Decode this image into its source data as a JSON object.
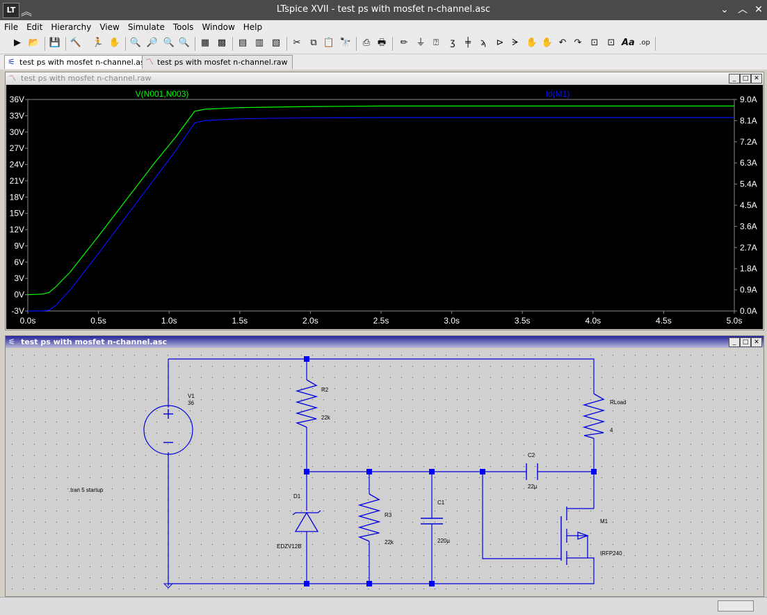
{
  "window": {
    "title": "LTspice XVII - test ps with mosfet n-channel.asc",
    "logo_text": "LT",
    "minimize": "⌄",
    "close": "✕"
  },
  "menu": [
    "File",
    "Edit",
    "Hierarchy",
    "View",
    "Simulate",
    "Tools",
    "Window",
    "Help"
  ],
  "tabs": [
    {
      "label": "test ps with mosfet n-channel.asc",
      "active": true
    },
    {
      "label": "test ps with mosfet n-channel.raw",
      "active": false
    }
  ],
  "plot_window": {
    "title": "test ps with mosfet n-channel.raw"
  },
  "schematic_window": {
    "title": "test ps with mosfet n-channel.asc"
  },
  "colors": {
    "plot_bg": "#000000",
    "trace_v": "#00ff00",
    "trace_i": "#0a10ff",
    "wire": "#0000e0",
    "node": "#0000ff",
    "grid_axis": "#8a8a8a"
  },
  "chart_data": {
    "type": "line",
    "x_ticks": [
      "0.0s",
      "0.5s",
      "1.0s",
      "1.5s",
      "2.0s",
      "2.5s",
      "3.0s",
      "3.5s",
      "4.0s",
      "4.5s",
      "5.0s"
    ],
    "y_left_ticks": [
      "36V",
      "33V",
      "30V",
      "27V",
      "24V",
      "21V",
      "18V",
      "15V",
      "12V",
      "9V",
      "6V",
      "3V",
      "0V",
      "-3V"
    ],
    "y_right_ticks": [
      "9.0A",
      "8.1A",
      "7.2A",
      "6.3A",
      "5.4A",
      "4.5A",
      "3.6A",
      "2.7A",
      "1.8A",
      "0.9A",
      "0.0A"
    ],
    "xlim": [
      0,
      5
    ],
    "ylim_left": [
      -3,
      36
    ],
    "ylim_right": [
      0,
      9
    ],
    "series": [
      {
        "name": "V(N001,N003)",
        "axis": "left",
        "x": [
          0,
          0.1,
          0.15,
          0.2,
          0.3,
          0.5,
          0.7,
          0.9,
          1.05,
          1.18,
          1.25,
          1.5,
          2.0,
          2.5,
          3.0,
          4.0,
          5.0
        ],
        "y": [
          0.0,
          0.1,
          0.4,
          1.5,
          4.2,
          10.8,
          17.6,
          24.4,
          29.2,
          33.8,
          34.2,
          34.5,
          34.7,
          34.8,
          34.8,
          34.8,
          34.8
        ]
      },
      {
        "name": "Id(M1)",
        "axis": "right",
        "x": [
          0,
          0.1,
          0.15,
          0.2,
          0.3,
          0.5,
          0.7,
          0.9,
          1.05,
          1.18,
          1.25,
          1.5,
          2.0,
          2.5,
          3.0,
          4.0,
          5.0
        ],
        "y": [
          0.0,
          0.0,
          0.03,
          0.25,
          0.9,
          2.45,
          4.05,
          5.65,
          6.85,
          8.0,
          8.1,
          8.18,
          8.22,
          8.23,
          8.23,
          8.23,
          8.23
        ]
      }
    ]
  },
  "schematic": {
    "components": [
      {
        "ref": "V1",
        "value": "36"
      },
      {
        "ref": "R2",
        "value": "22k"
      },
      {
        "ref": "RLoad",
        "value": "4"
      },
      {
        "ref": "C2",
        "value": "22µ"
      },
      {
        "ref": "D1",
        "value": "EDZV12B"
      },
      {
        "ref": "R3",
        "value": "22k"
      },
      {
        "ref": "C1",
        "value": "220µ"
      },
      {
        "ref": "M1",
        "value": "IRFP240"
      }
    ],
    "directive": ".tran 5 startup"
  }
}
